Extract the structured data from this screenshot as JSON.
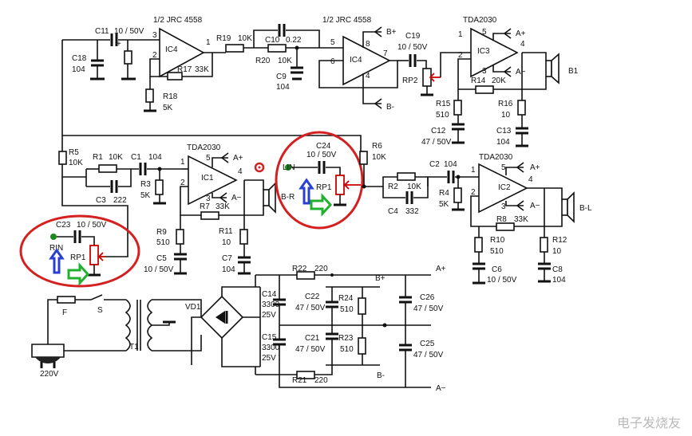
{
  "labels": {
    "c11": "C11",
    "c11v": "10 / 50V",
    "ic4a_title": "1/2 JRC 4558",
    "ic4b_title": "1/2 JRC 4558",
    "ic4": "IC4",
    "r19": "R19",
    "r19v": "10K",
    "c10": "C10",
    "c10v": "0.22",
    "r20": "R20",
    "r20v": "10K",
    "c9": "C9",
    "c9v": "104",
    "c18": "C18",
    "c18v": "104",
    "r17": "R17",
    "r17v": "33K",
    "r18": "R18",
    "r18v": "5K",
    "c19": "C19",
    "c19v": "10 / 50V",
    "rp2": "RP2",
    "tda": "TDA2030",
    "ic3": "IC3",
    "r14": "R14",
    "r14v": "20K",
    "r15": "R15",
    "r15v": "510",
    "r16": "R16",
    "r16v": "10",
    "c12": "C12",
    "c12v": "47 / 50V",
    "c13": "C13",
    "c13v": "104",
    "b1": "B1",
    "bplus": "B+",
    "bminus": "B-",
    "aplus": "A+",
    "aminus": "A−",
    "r5": "R5",
    "r5v": "10K",
    "r1": "R1",
    "r1v": "10K",
    "c1": "C1",
    "c1v": "104",
    "c3": "C3",
    "c3v": "222",
    "r3": "R3",
    "r3v": "5K",
    "ic1": "IC1",
    "r7": "R7",
    "r7v": "33K",
    "r9": "R9",
    "r9v": "510",
    "r11": "R11",
    "r11v": "10",
    "c5": "C5",
    "c5v": "10 / 50V",
    "c7": "C7",
    "c7v": "104",
    "br": "B-R",
    "c24": "C24",
    "c24v": "10 / 50V",
    "lin": "LIN",
    "rp1": "RP1",
    "r6": "R6",
    "r6v": "10K",
    "c2": "C2",
    "c2v": "104",
    "r2": "R2",
    "r2v": "10K",
    "c4": "C4",
    "c4v": "332",
    "r4": "R4",
    "r4v": "5K",
    "ic2": "IC2",
    "r8": "R8",
    "r8v": "33K",
    "r10": "R10",
    "r10v": "510",
    "r12": "R12",
    "r12v": "10",
    "c6": "C6",
    "c6v": "10 / 50V",
    "c8": "C8",
    "c8v": "104",
    "bl": "B-L",
    "c23": "C23",
    "c23v": "10 / 50V",
    "rin": "RIN",
    "f": "F",
    "s": "S",
    "t1": "T1",
    "v220": "220V",
    "vd1": "VD1",
    "c14": "C14",
    "c14v1": "3300",
    "c14v2": "25V",
    "c15": "C15",
    "c15v1": "3300",
    "c15v2": "25V",
    "r22": "R22",
    "r22v": "220",
    "r21": "R21",
    "r21v": "220",
    "c22": "C22",
    "c22v": "47 / 50V",
    "c21": "C21",
    "c21v": "47 / 50V",
    "r24": "R24",
    "r24v": "510",
    "r23": "R23",
    "r23v": "510",
    "c26": "C26",
    "c26v": "47 / 50V",
    "c25": "C25",
    "c25v": "47 / 50V",
    "pin1": "1",
    "pin2": "2",
    "pin3": "3",
    "pin4": "4",
    "pin5": "5",
    "pin6": "6",
    "pin7": "7",
    "pin8": "8",
    "plus": "+",
    "minus": "−"
  },
  "watermark": "电子发烧友",
  "colors": {
    "highlight_circle": "#d42020",
    "arrow_up": "#2a3fd0",
    "arrow_right": "#22b030",
    "input_dot": "#1a8a1a"
  }
}
